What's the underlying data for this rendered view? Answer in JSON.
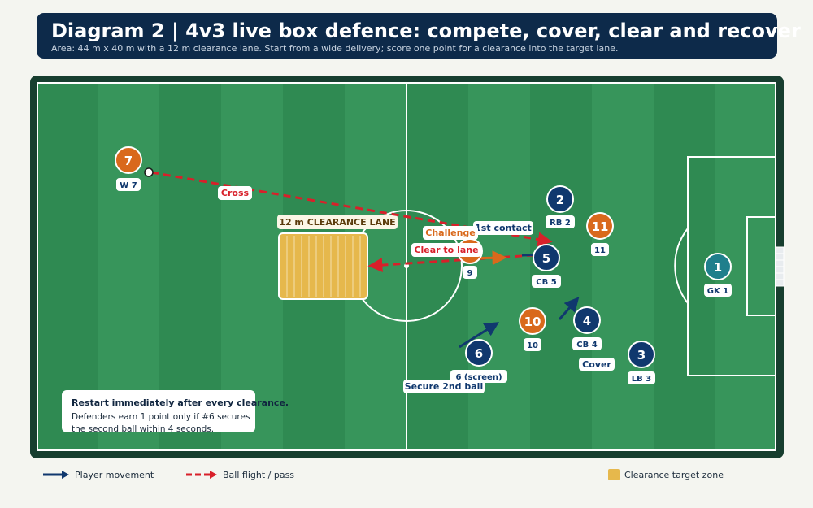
{
  "header": {
    "title": "Diagram 2 | 4v3 live box defence: compete, cover, clear and recover",
    "subtitle": "Area: 44 m x 40 m with a 12 m clearance lane. Start from a wide delivery; score one point for a clearance into the target lane."
  },
  "colors": {
    "pitch_light": "#3a9a5c",
    "pitch_dark": "#2e8a50",
    "defender": "#10386e",
    "attacker": "#d9691c",
    "goalkeeper": "#1f7f8c",
    "ball_flight": "#d8202a",
    "lane": "#e6b84c",
    "header_bg": "#0d2a4a"
  },
  "zone": {
    "label": "12 m CLEARANCE LANE"
  },
  "players": [
    {
      "id": "w7",
      "number": "7",
      "label": "W 7",
      "team": "attacker"
    },
    {
      "id": "a9",
      "number": "9",
      "label": "9",
      "team": "attacker"
    },
    {
      "id": "a11",
      "number": "11",
      "label": "11",
      "team": "attacker"
    },
    {
      "id": "a10",
      "number": "10",
      "label": "10",
      "team": "attacker"
    },
    {
      "id": "rb2",
      "number": "2",
      "label": "RB 2",
      "team": "defender"
    },
    {
      "id": "cb5",
      "number": "5",
      "label": "CB 5",
      "team": "defender"
    },
    {
      "id": "cb4",
      "number": "4",
      "label": "CB 4",
      "team": "defender"
    },
    {
      "id": "lb3",
      "number": "3",
      "label": "LB 3",
      "team": "defender"
    },
    {
      "id": "d6",
      "number": "6",
      "label": "6 (screen)",
      "team": "defender"
    },
    {
      "id": "gk1",
      "number": "1",
      "label": "GK 1",
      "team": "goalkeeper"
    }
  ],
  "annotations": {
    "cross": "Cross",
    "challenge": "Challenge",
    "first_contact": "1st contact",
    "clear_to_lane": "Clear to lane",
    "cover": "Cover",
    "secure_second_ball": "Secure 2nd ball"
  },
  "note": {
    "title": "Restart immediately after every clearance.",
    "line1": "Defenders earn 1 point only if #6 secures",
    "line2": "the second ball within 4 seconds."
  },
  "legend": {
    "player_movement": "Player movement",
    "ball_flight": "Ball flight / pass",
    "target_zone": "Clearance target zone"
  }
}
